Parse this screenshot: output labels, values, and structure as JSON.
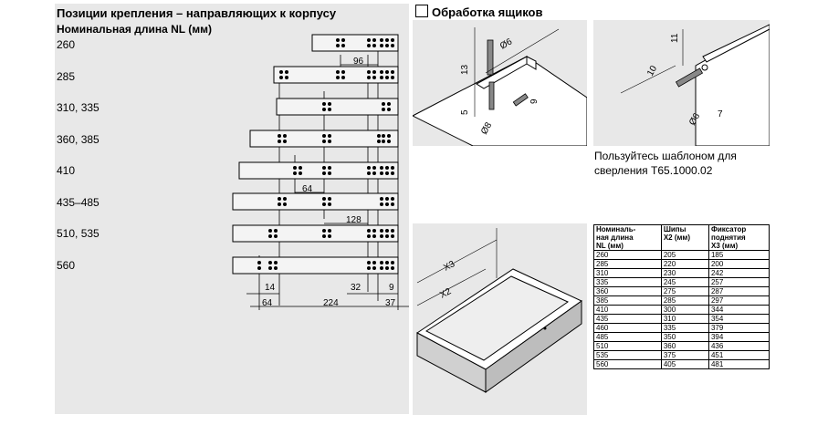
{
  "left": {
    "title": "Позиции крепления – направляющих к корпусу",
    "subtitle": "Номинальная длина NL (мм)",
    "rows": [
      "260",
      "285",
      "310, 335",
      "360, 385",
      "410",
      "435–485",
      "510, 535",
      "560"
    ],
    "dims": {
      "d96": "96",
      "d64a": "64",
      "d128": "128",
      "d64b": "64",
      "d14": "14",
      "d224": "224",
      "d32": "32",
      "d9": "9",
      "d37": "37"
    }
  },
  "right": {
    "title": "Обработка ящиков",
    "left_fig": {
      "d13": "13",
      "d6": "Ø6",
      "d5": "5",
      "d8": "Ø8",
      "d9": "9"
    },
    "right_fig": {
      "d11": "11",
      "d10": "10",
      "d6": "Ø6",
      "d7": "7"
    },
    "note": "Пользуйтесь шаблоном для сверления Т65.1000.02",
    "x3": "X3",
    "x2": "X2"
  },
  "table": {
    "headers": [
      [
        "Номиналь-",
        "ная длина",
        "NL (мм)"
      ],
      [
        "Шипы",
        "",
        "X2 (мм)"
      ],
      [
        "Фиксатор",
        "поднятия",
        "X3 (мм)"
      ]
    ],
    "rows": [
      [
        "260",
        "205",
        "185"
      ],
      [
        "285",
        "220",
        "200"
      ],
      [
        "310",
        "230",
        "242"
      ],
      [
        "335",
        "245",
        "257"
      ],
      [
        "360",
        "275",
        "287"
      ],
      [
        "385",
        "285",
        "297"
      ],
      [
        "410",
        "300",
        "344"
      ],
      [
        "435",
        "310",
        "354"
      ],
      [
        "460",
        "335",
        "379"
      ],
      [
        "485",
        "350",
        "394"
      ],
      [
        "510",
        "360",
        "436"
      ],
      [
        "535",
        "375",
        "451"
      ],
      [
        "560",
        "405",
        "481"
      ]
    ]
  }
}
